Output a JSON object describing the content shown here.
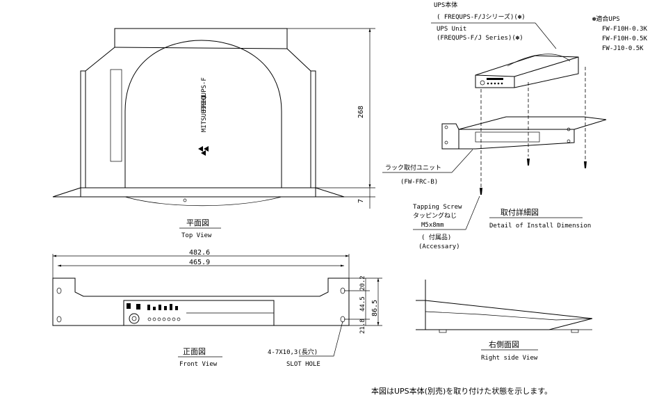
{
  "top_view": {
    "title_jp": "平面図",
    "title_en": "Top View",
    "dim_depth": "268",
    "dim_ear": "7",
    "device_brand": "MITSUBISHI",
    "device_model": "FREQUPS-F"
  },
  "front_view": {
    "title_jp": "正面図",
    "title_en": "Front View",
    "dim_total_width": "482.6",
    "dim_hole_pitch": "465.9",
    "dim_top": "20.2",
    "dim_mid": "44.5",
    "dim_bottom": "21.8",
    "dim_height": "86.5",
    "slot_note": "4-7X10,3(長穴)",
    "slot_note_en": "SLOT HOLE"
  },
  "side_view": {
    "title_jp": "右側面図",
    "title_en": "Right side View"
  },
  "detail_view": {
    "ups_label_jp": "UPS本体",
    "ups_series_jp": "( FREQUPS-F/Jシリーズ)(✽)",
    "ups_label_en": "UPS Unit",
    "ups_series_en": "(FREQUPS-F/J Series)(✽)",
    "compat_title": "✽適合UPS",
    "compat_models": [
      "FW-F10H-0.3K",
      "FW-F10H-0.5K",
      "FW-J10-0.5K"
    ],
    "rack_unit_label": "ラック取付ユニット",
    "rack_unit_model": "(FW-FRC-B)",
    "screw_en": "Tapping Screw",
    "screw_jp": "タッピングねじ",
    "screw_size": "M5x8mm",
    "accessory_jp": "( 付属品)",
    "accessory_en": "(Accessary)",
    "title_jp": "取付詳細図",
    "title_en": "Detail of Install Dimension"
  },
  "footnote": "本図はUPS本体(別売)を取り付けた状態を示します。"
}
